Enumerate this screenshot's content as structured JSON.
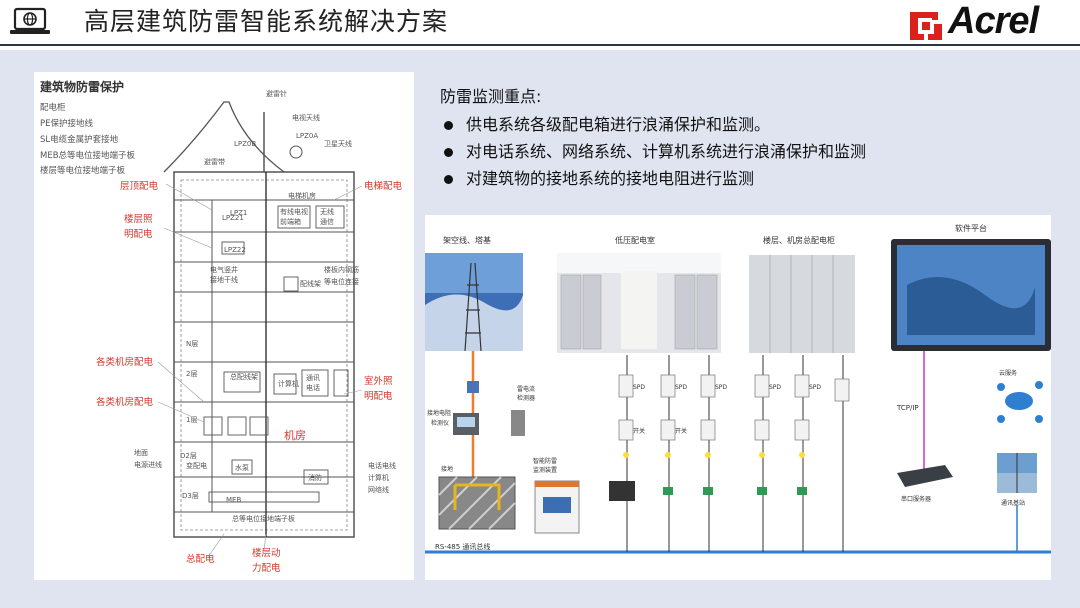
{
  "header": {
    "title": "高层建筑防雷智能系统解决方案",
    "logo_text": "Acrel",
    "icon": "laptop-globe-icon",
    "accent": "#d9221c"
  },
  "left_diagram": {
    "title": "建筑物防雷保护",
    "legend": [
      "配电柜",
      "PE保护接地线",
      "SL电缆金属护套接地",
      "MEB总等电位接地端子板",
      "楼层等电位接地端子板"
    ],
    "top_labels": [
      "避雷针",
      "电视天线",
      "LPZ0B",
      "LPZ0A",
      "卫星天线",
      "避雷带",
      "LPZ1"
    ],
    "red_labels": [
      "层顶配电",
      "电梯配电",
      "楼层照",
      "明配电",
      "各类机房配电",
      "室外照",
      "明配电",
      "各类机房配电",
      "机房",
      "总配电",
      "楼层动",
      "力配电"
    ],
    "inner_labels": [
      "LPZ21",
      "LPZ22",
      "电气竖井",
      "接地干线",
      "配线架",
      "楼板内钢筋",
      "等电位连接",
      "计算机",
      "通讯",
      "电话",
      "2层",
      "1层",
      "N层",
      "总配线架",
      "地面",
      "电源进线",
      "变配电",
      "水泵",
      "消防",
      "D2层",
      "D3层",
      "MEB",
      "总等电位接地端子板",
      "电话电线",
      "计算机",
      "网络线",
      "电梯机房",
      "有线电视",
      "前端箱",
      "无线",
      "通信"
    ]
  },
  "notes": {
    "heading": "防雷监测重点:",
    "bullets": [
      "供电系统各级配电箱进行浪涌保护和监测。",
      "对电话系统、网络系统、计算机系统进行浪涌保护和监测",
      "对建筑物的接地系统的接地电阻进行监测"
    ]
  },
  "right_diagram": {
    "sections": [
      "架空线、塔基",
      "低压配电室",
      "楼层、机房总配电柜",
      "软件平台"
    ],
    "labels": [
      "接地电阻",
      "检测仪",
      "接地",
      "雷电流",
      "检测器",
      "智能防雷",
      "监测装置",
      "RS-485 通讯总线",
      "TCP/IP",
      "串口服务器",
      "云服务",
      "通讯基站",
      "SPD",
      "开关"
    ]
  }
}
